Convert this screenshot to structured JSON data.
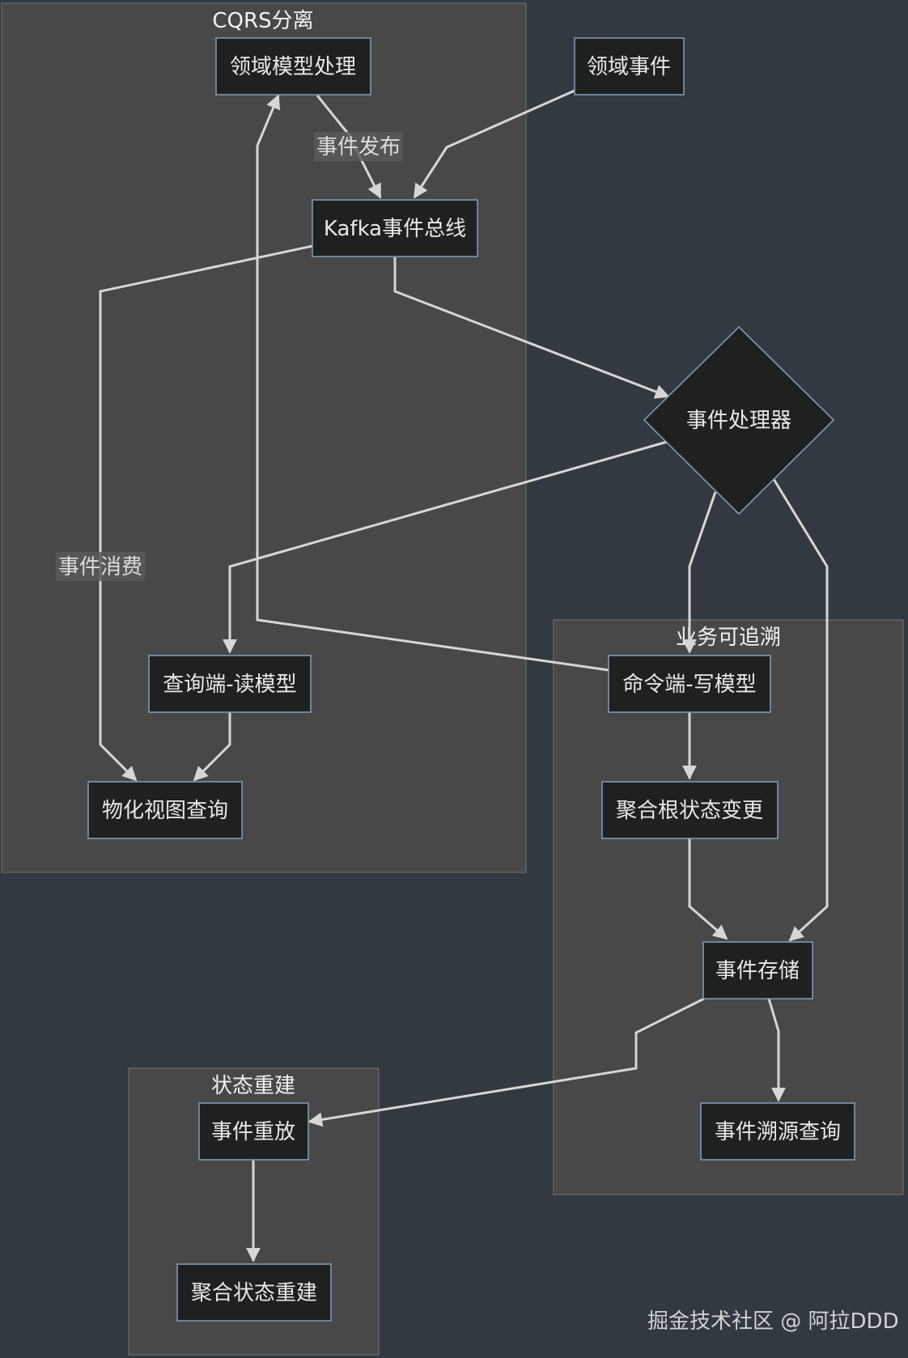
{
  "clusters": {
    "cqrs": "CQRS分离",
    "trace": "业务可追溯",
    "rebuild": "状态重建"
  },
  "nodes": {
    "domain_model": "领域模型处理",
    "domain_event": "领域事件",
    "kafka_bus": "Kafka事件总线",
    "event_processor": "事件处理器",
    "query_read": "查询端-读模型",
    "materialized_view": "物化视图查询",
    "command_write": "命令端-写模型",
    "aggregate_change": "聚合根状态变更",
    "event_store": "事件存储",
    "event_sourcing_query": "事件溯源查询",
    "event_replay": "事件重放",
    "aggregate_rebuild": "聚合状态重建"
  },
  "edge_labels": {
    "publish": "事件发布",
    "consume": "事件消费"
  },
  "colors": {
    "background": "#333940",
    "cluster_fill": "#474847",
    "node_fill": "#1f2020",
    "node_border": "#7d9ab5",
    "edge": "#d6d6d6"
  },
  "watermark": "掘金技术社区 @ 阿拉DDD"
}
